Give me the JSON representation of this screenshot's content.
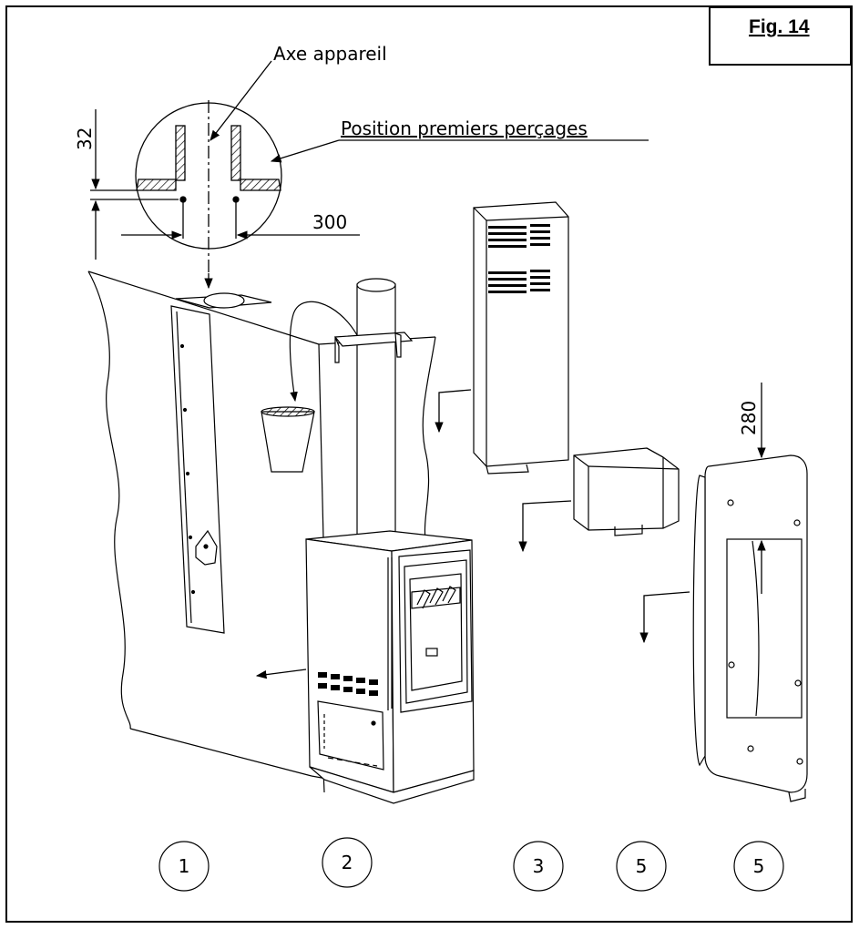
{
  "figure": {
    "label": "Fig. 14"
  },
  "annotations": {
    "device_axis": "Axe appareil",
    "first_holes_position": "Position premiers perçages"
  },
  "dimensions": {
    "vertical_offset": "32",
    "hole_spacing": "300",
    "front_height": "280"
  },
  "part_numbers": [
    "1",
    "2",
    "3",
    "5",
    "5"
  ],
  "colors": {
    "line": "#000000",
    "background": "#ffffff"
  }
}
